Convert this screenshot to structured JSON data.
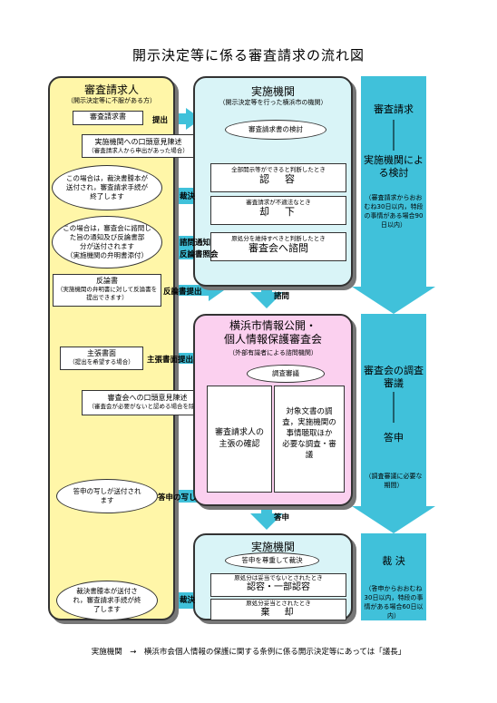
{
  "title": "開示決定等に係る審査請求の流れ図",
  "requester": {
    "heading": "審査請求人",
    "subtitle": "（開示決定等に不服がある方）",
    "submit_box": "審査請求書",
    "oral_box_line1": "実施機関への口頭意見陳述",
    "oral_box_line2": "（審査請求人から申出があった場合）",
    "oval1": "この場合は，裁決書謄本が送付され，審査請求手続が終了します",
    "oval2_line1": "この場合は，審査会に諮問した旨の通知及び反論書部",
    "oval2_line2": "分が送付されます",
    "oval2_line3": "（実施機関の弁明書添付）",
    "rebuttal_line1": "反論書",
    "rebuttal_line2": "（実施機関の弁明書に対して反論書を提出できます）",
    "claim_line1": "主張書面",
    "claim_line2": "（提出を希望する場合）",
    "council_oral_line1": "審査会への口頭意見陳述",
    "council_oral_line2": "（審査会が必要がないと認める場合を除く）",
    "oval3": "答申の写しが送付されます",
    "oval4": "裁決書謄本が送付され，審査請求手続が終了します"
  },
  "agency1": {
    "heading": "実施機関",
    "subtitle": "（開示決定等を行った横浜市の機関）",
    "review_oval": "審査請求書の検討",
    "case1_cond": "全部開示等ができると判断したとき",
    "case1_result": "認　容",
    "case2_cond": "審査請求が不適法なとき",
    "case2_result": "却　下",
    "case3_cond": "原処分を維持すべきと判断したとき",
    "case3_result": "審査会へ諮問"
  },
  "council": {
    "heading_line1": "横浜市情報公開・",
    "heading_line2": "個人情報保護審査会",
    "subtitle": "（外部有識者による諮問機関）",
    "deliberation_oval": "調査審議",
    "left_box": "審査請求人の主張の確認",
    "right_box_line1": "対象文書の調査，実施機関の事情聴取ほか",
    "right_box_line2": "必要な調査・審議"
  },
  "agency2": {
    "heading": "実施機関",
    "decision_oval": "答申を尊重して裁決",
    "case1_cond": "原処分は妥当でないとされたとき",
    "case1_result": "認容・一部認容",
    "case2_cond": "原処分妥当とされたとき",
    "case2_result": "棄　却"
  },
  "arrows": {
    "submit": "提出",
    "ruling1": "裁決",
    "notice": "諮問通知",
    "rebuttal_inquiry": "反論書照会",
    "rebuttal_submit": "反論書提出",
    "consult": "諮問",
    "claim_submit": "主張書面提出",
    "report_copy": "答申の写し",
    "report": "答申",
    "ruling2": "裁決"
  },
  "timeline": {
    "stage1_a": "審査請求",
    "stage1_b": "実施機関による検討",
    "stage1_note": "（審査請求からおおむね30日以内，特段の事情がある場合90日以内）",
    "stage2_a": "審査会の調査審議",
    "stage2_b": "答申",
    "stage2_note": "（調査審議に必要な期間）",
    "stage3_a": "裁 決",
    "stage3_note": "（答申からおおむね30日以内，特段の事情がある場合60日以内）"
  },
  "footer": "実施機関　→　横浜市会個人情報の保護に関する条例に係る開示決定等にあっては「議長」",
  "colors": {
    "requester": "#fff6a8",
    "agency": "#d9f4f7",
    "council": "#fbd0ef",
    "arrow": "#40c1da"
  }
}
